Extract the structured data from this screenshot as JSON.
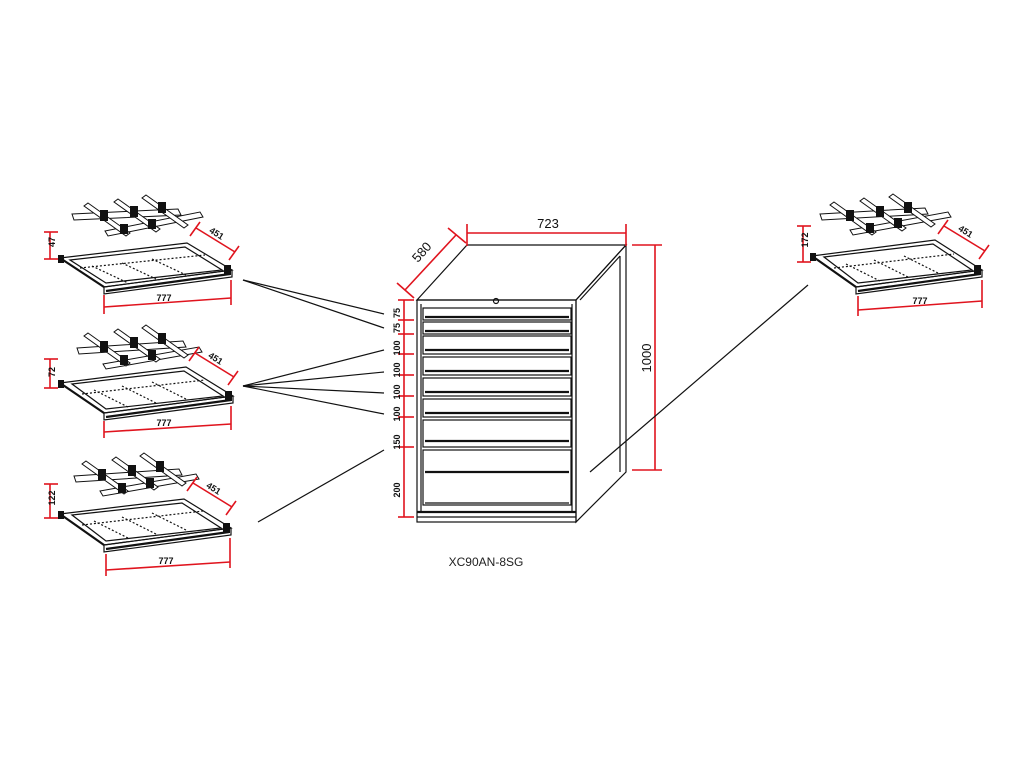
{
  "model": "XC90AN-8SG",
  "cabinet": {
    "width": "723",
    "depth": "580",
    "height": "1000",
    "drawer_heights": [
      "75",
      "75",
      "100",
      "100",
      "100",
      "100",
      "150",
      "200"
    ]
  },
  "drawer_details": [
    {
      "height": "47",
      "depth": "451",
      "width": "777"
    },
    {
      "height": "72",
      "depth": "451",
      "width": "777"
    },
    {
      "height": "122",
      "depth": "451",
      "width": "777"
    },
    {
      "height": "172",
      "depth": "451",
      "width": "777"
    }
  ],
  "colors": {
    "dimension": "#e0141e",
    "line": "#111111"
  }
}
